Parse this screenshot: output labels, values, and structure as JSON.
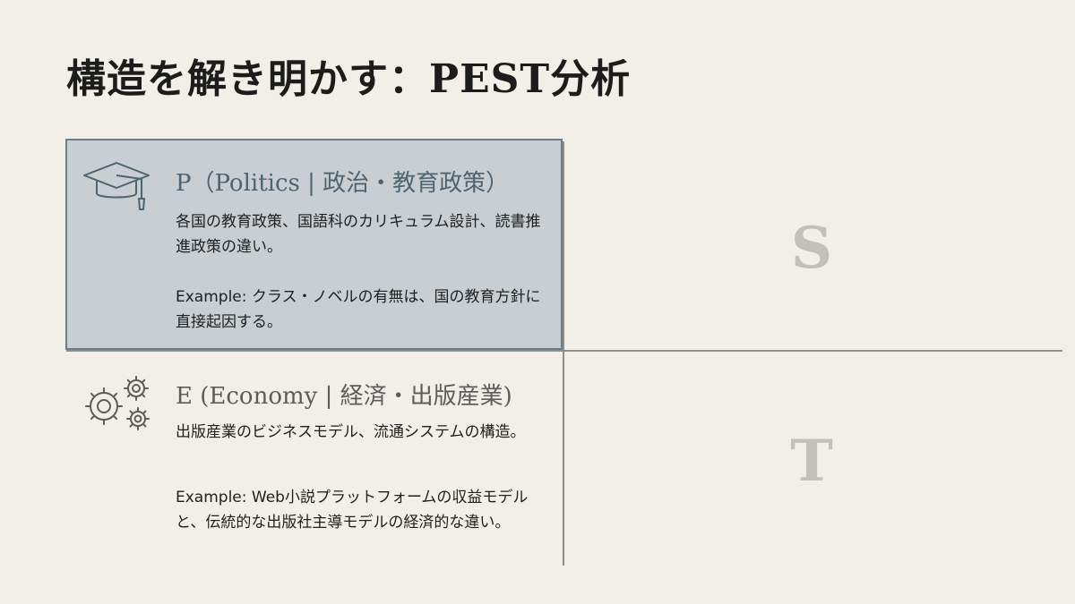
{
  "slide": {
    "title": "構造を解き明かす：PEST分析"
  },
  "quadrants": {
    "p": {
      "heading": "P（Politics | 政治・教育政策）",
      "description": "各国の教育政策、国語科のカリキュラム設計、読書推進政策の違い。",
      "example": "Example: クラス・ノベルの有無は、国の教育方針に直接起因する。",
      "icon": "graduation-cap-icon",
      "highlight_color": "#c8ced2",
      "border_color": "#6b7d86"
    },
    "e": {
      "heading": "E (Economy | 経済・出版産業)",
      "description": "出版産業のビジネスモデル、流通システムの構造。",
      "example": "Example: Web小説プラットフォームの収益モデルと、伝統的な出版社主導モデルの経済的な違い。",
      "icon": "gears-icon"
    },
    "s": {
      "letter": "S"
    },
    "t": {
      "letter": "T"
    }
  },
  "colors": {
    "background": "#f2efe8",
    "title": "#1c1c1c",
    "placeholder_letter": "#c2c0bb",
    "grid_line": "#8e8e8e"
  }
}
